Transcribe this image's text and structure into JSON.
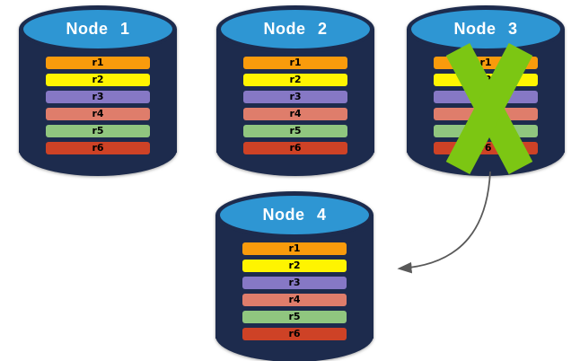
{
  "diagram": {
    "colors": {
      "cylinder_body": "#1D2B4D",
      "cylinder_top": "#2E96D3",
      "title_text": "#FFFFFF",
      "row_text": "#000000",
      "x_mark": "#7CC613",
      "arrow": "#595959"
    },
    "nodes": [
      {
        "title": "Node 1",
        "failed": false,
        "rows": [
          {
            "label": "r1",
            "color": "#F99B0C"
          },
          {
            "label": "r2",
            "color": "#FFF400"
          },
          {
            "label": "r3",
            "color": "#8678C5"
          },
          {
            "label": "r4",
            "color": "#DF7D6B"
          },
          {
            "label": "r5",
            "color": "#90C67F"
          },
          {
            "label": "r6",
            "color": "#CE4226"
          }
        ]
      },
      {
        "title": "Node 2",
        "failed": false,
        "rows": [
          {
            "label": "r1",
            "color": "#F99B0C"
          },
          {
            "label": "r2",
            "color": "#FFF400"
          },
          {
            "label": "r3",
            "color": "#8678C5"
          },
          {
            "label": "r4",
            "color": "#DF7D6B"
          },
          {
            "label": "r5",
            "color": "#90C67F"
          },
          {
            "label": "r6",
            "color": "#CE4226"
          }
        ]
      },
      {
        "title": "Node 3",
        "failed": true,
        "rows": [
          {
            "label": "r1",
            "color": "#F99B0C"
          },
          {
            "label": "r2",
            "color": "#FFF400"
          },
          {
            "label": "r3",
            "color": "#8678C5"
          },
          {
            "label": "r4",
            "color": "#DF7D6B"
          },
          {
            "label": "r5",
            "color": "#90C67F"
          },
          {
            "label": "r6",
            "color": "#CE4226"
          }
        ]
      },
      {
        "title": "Node 4",
        "failed": false,
        "rows": [
          {
            "label": "r1",
            "color": "#F99B0C"
          },
          {
            "label": "r2",
            "color": "#FFF400"
          },
          {
            "label": "r3",
            "color": "#8678C5"
          },
          {
            "label": "r4",
            "color": "#DF7D6B"
          },
          {
            "label": "r5",
            "color": "#90C67F"
          },
          {
            "label": "r6",
            "color": "#CE4226"
          }
        ]
      }
    ],
    "arrow": {
      "from": "Node 3",
      "to": "Node 4",
      "color": "#595959"
    }
  }
}
